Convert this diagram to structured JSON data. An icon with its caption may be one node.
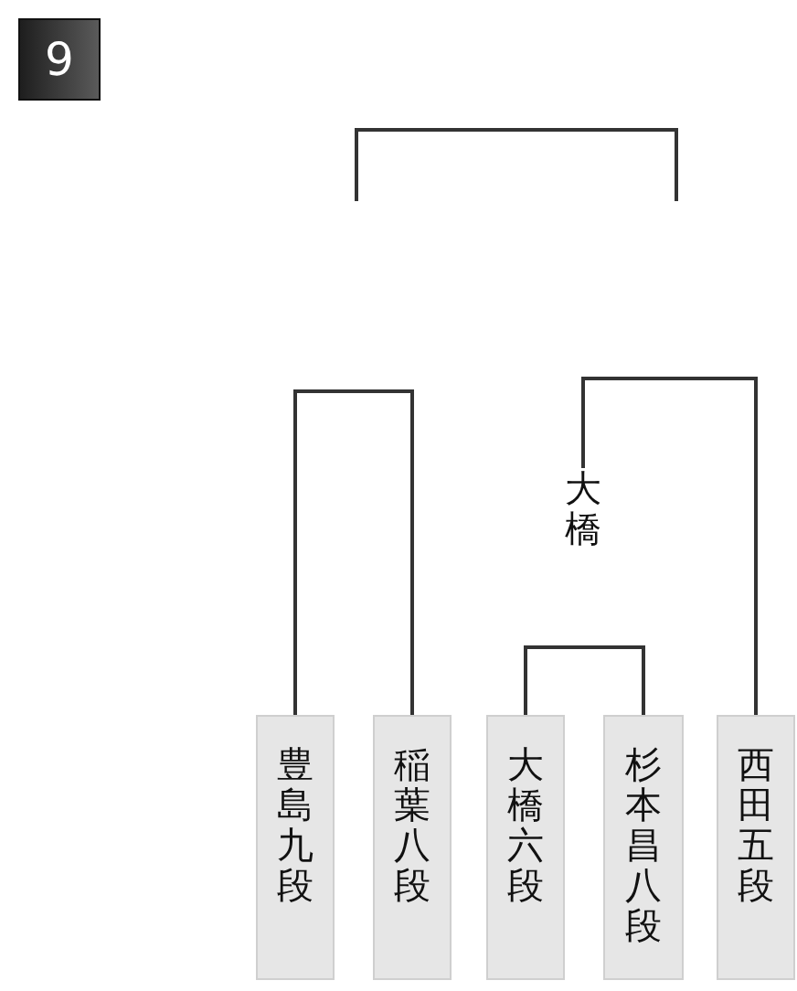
{
  "diagram": {
    "nodes": [
      {
        "text": [
          "9"
        ]
      },
      {
        "text": [
          "大橋"
        ]
      },
      {
        "text": [
          "豊島九段"
        ]
      },
      {
        "text": [
          "稲葉八段"
        ]
      },
      {
        "text": [
          "大橋六段"
        ]
      },
      {
        "text": [
          "杉本昌八段"
        ]
      },
      {
        "text": [
          "西田五段"
        ]
      }
    ],
    "edges": [
      {
        "from": 2,
        "to": 3,
        "arrow": "none"
      },
      {
        "from": 4,
        "to": 5,
        "arrow": "none"
      },
      {
        "from": 1,
        "to": 6,
        "arrow": "none"
      }
    ]
  }
}
